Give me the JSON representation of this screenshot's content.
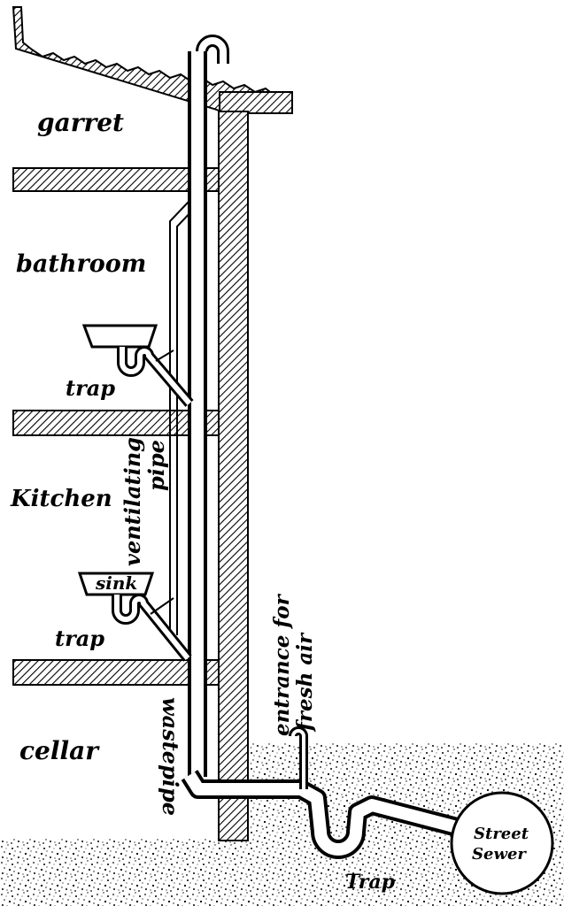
{
  "labels": {
    "garret": "garret",
    "bathroom": "bathroom",
    "trap_upper": "trap",
    "kitchen": "Kitchen",
    "ventilating_pipe_line1": "ventilating",
    "ventilating_pipe_line2": "pipe",
    "sink": "sink",
    "trap_lower": "trap",
    "cellar": "cellar",
    "wastepipe": "wastepipe",
    "entrance_line1": "entrance for",
    "entrance_line2": "fresh air",
    "street_sewer_line1": "Street",
    "street_sewer_line2": "Sewer",
    "trap_sewer": "Trap"
  },
  "colors": {
    "ink": "#000000",
    "paper": "#ffffff"
  }
}
